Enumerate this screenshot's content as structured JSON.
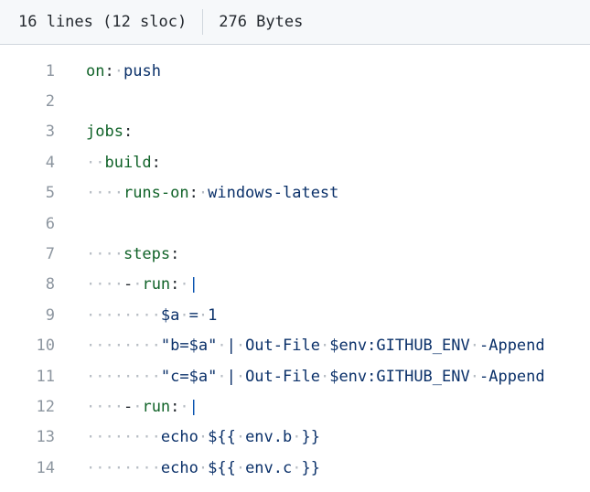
{
  "header": {
    "lines_info": "16 lines (12 sloc)",
    "size_info": "276 Bytes"
  },
  "code_lines": [
    {
      "n": "1",
      "segments": [
        {
          "t": "on",
          "c": "k"
        },
        {
          "t": ":",
          "c": "p"
        },
        {
          "t": "·",
          "c": "ws"
        },
        {
          "t": "push",
          "c": "v"
        }
      ]
    },
    {
      "n": "2",
      "segments": []
    },
    {
      "n": "3",
      "segments": [
        {
          "t": "jobs",
          "c": "k"
        },
        {
          "t": ":",
          "c": "p"
        }
      ]
    },
    {
      "n": "4",
      "segments": [
        {
          "t": "··",
          "c": "ws"
        },
        {
          "t": "build",
          "c": "k"
        },
        {
          "t": ":",
          "c": "p"
        }
      ]
    },
    {
      "n": "5",
      "segments": [
        {
          "t": "····",
          "c": "ws"
        },
        {
          "t": "runs-on",
          "c": "k"
        },
        {
          "t": ":",
          "c": "p"
        },
        {
          "t": "·",
          "c": "ws"
        },
        {
          "t": "windows-latest",
          "c": "v"
        }
      ]
    },
    {
      "n": "6",
      "segments": []
    },
    {
      "n": "7",
      "segments": [
        {
          "t": "····",
          "c": "ws"
        },
        {
          "t": "steps",
          "c": "k"
        },
        {
          "t": ":",
          "c": "p"
        }
      ]
    },
    {
      "n": "8",
      "segments": [
        {
          "t": "····",
          "c": "ws"
        },
        {
          "t": "-",
          "c": "p"
        },
        {
          "t": "·",
          "c": "ws"
        },
        {
          "t": "run",
          "c": "k"
        },
        {
          "t": ":",
          "c": "p"
        },
        {
          "t": "·",
          "c": "ws"
        },
        {
          "t": "|",
          "c": "op"
        }
      ]
    },
    {
      "n": "9",
      "segments": [
        {
          "t": "········",
          "c": "ws"
        },
        {
          "t": "$a",
          "c": "v"
        },
        {
          "t": "·",
          "c": "ws"
        },
        {
          "t": "=",
          "c": "v"
        },
        {
          "t": "·",
          "c": "ws"
        },
        {
          "t": "1",
          "c": "v"
        }
      ]
    },
    {
      "n": "10",
      "segments": [
        {
          "t": "········",
          "c": "ws"
        },
        {
          "t": "\"b=$a\"",
          "c": "v"
        },
        {
          "t": "·",
          "c": "ws"
        },
        {
          "t": "|",
          "c": "v"
        },
        {
          "t": "·",
          "c": "ws"
        },
        {
          "t": "Out-File",
          "c": "v"
        },
        {
          "t": "·",
          "c": "ws"
        },
        {
          "t": "$env:GITHUB_ENV",
          "c": "v"
        },
        {
          "t": "·",
          "c": "ws"
        },
        {
          "t": "-Append",
          "c": "v"
        }
      ]
    },
    {
      "n": "11",
      "segments": [
        {
          "t": "········",
          "c": "ws"
        },
        {
          "t": "\"c=$a\"",
          "c": "v"
        },
        {
          "t": "·",
          "c": "ws"
        },
        {
          "t": "|",
          "c": "v"
        },
        {
          "t": "·",
          "c": "ws"
        },
        {
          "t": "Out-File",
          "c": "v"
        },
        {
          "t": "·",
          "c": "ws"
        },
        {
          "t": "$env:GITHUB_ENV",
          "c": "v"
        },
        {
          "t": "·",
          "c": "ws"
        },
        {
          "t": "-Append",
          "c": "v"
        }
      ]
    },
    {
      "n": "12",
      "segments": [
        {
          "t": "····",
          "c": "ws"
        },
        {
          "t": "-",
          "c": "p"
        },
        {
          "t": "·",
          "c": "ws"
        },
        {
          "t": "run",
          "c": "k"
        },
        {
          "t": ":",
          "c": "p"
        },
        {
          "t": "·",
          "c": "ws"
        },
        {
          "t": "|",
          "c": "op"
        }
      ]
    },
    {
      "n": "13",
      "segments": [
        {
          "t": "········",
          "c": "ws"
        },
        {
          "t": "echo",
          "c": "v"
        },
        {
          "t": "·",
          "c": "ws"
        },
        {
          "t": "${{",
          "c": "v"
        },
        {
          "t": "·",
          "c": "ws"
        },
        {
          "t": "env.b",
          "c": "v"
        },
        {
          "t": "·",
          "c": "ws"
        },
        {
          "t": "}}",
          "c": "v"
        }
      ]
    },
    {
      "n": "14",
      "segments": [
        {
          "t": "········",
          "c": "ws"
        },
        {
          "t": "echo",
          "c": "v"
        },
        {
          "t": "·",
          "c": "ws"
        },
        {
          "t": "${{",
          "c": "v"
        },
        {
          "t": "·",
          "c": "ws"
        },
        {
          "t": "env.c",
          "c": "v"
        },
        {
          "t": "·",
          "c": "ws"
        },
        {
          "t": "}}",
          "c": "v"
        }
      ]
    }
  ]
}
